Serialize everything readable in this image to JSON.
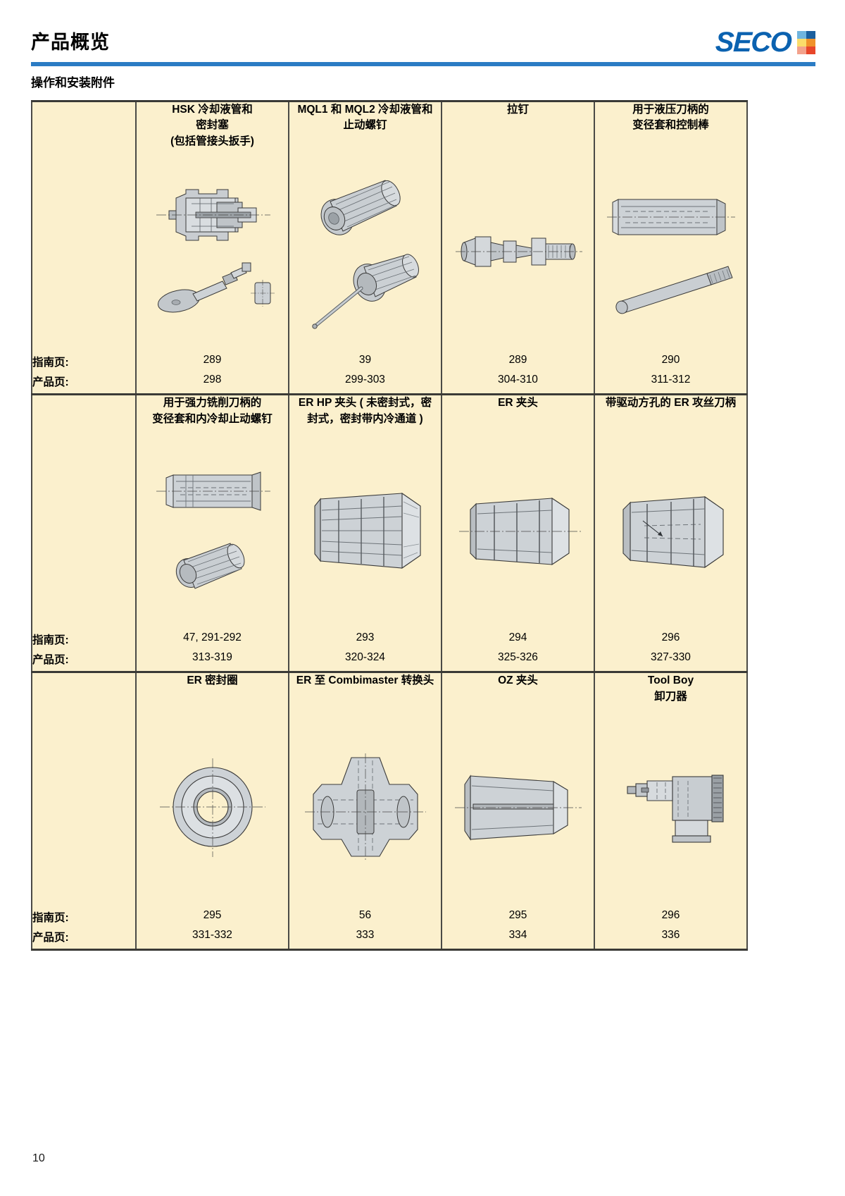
{
  "header": {
    "title": "产品概览",
    "section_title": "操作和安装附件",
    "brand": "SECO",
    "brand_block_colors": [
      "#6fb4de",
      "#1b5f9e",
      "#fbdd6a",
      "#f0922a",
      "#f3a28c",
      "#e8462a"
    ],
    "rule_color": "#2b7cc4"
  },
  "table": {
    "row_labels": {
      "guide": "指南页:",
      "product": "产品页:"
    },
    "rows": [
      {
        "items": [
          {
            "title_lines": [
              "HSK 冷却液管和",
              "密封塞",
              "(包括管接头扳手)"
            ],
            "art": "hsk-coolant-tube",
            "guide_page": "289",
            "product_page": "298"
          },
          {
            "title_lines": [
              "MQL1 和 MQL2 冷却液管和",
              "止动螺钉"
            ],
            "art": "mql-tube-screw",
            "guide_page": "39",
            "product_page": "299-303"
          },
          {
            "title_lines": [
              "拉钉"
            ],
            "art": "pull-stud",
            "guide_page": "289",
            "product_page": "304-310"
          },
          {
            "title_lines": [
              "用于液压刀柄的",
              "变径套和控制棒"
            ],
            "art": "hydraulic-sleeve-rod",
            "guide_page": "290",
            "product_page": "311-312"
          }
        ]
      },
      {
        "items": [
          {
            "title_lines": [
              "用于强力铣削刀柄的",
              "变径套和内冷却止动螺钉"
            ],
            "art": "powermill-sleeve-screw",
            "guide_page": "47, 291-292",
            "product_page": "313-319"
          },
          {
            "title_lines": [
              "ER HP 夹头 ( 未密封式，密",
              "封式，密封带内冷通道 )"
            ],
            "art": "er-hp-collet",
            "guide_page": "293",
            "product_page": "320-324"
          },
          {
            "title_lines": [
              "ER 夹头"
            ],
            "art": "er-collet",
            "guide_page": "294",
            "product_page": "325-326"
          },
          {
            "title_lines": [
              "带驱动方孔的 ER 攻丝刀柄"
            ],
            "art": "er-tap-collet",
            "guide_page": "296",
            "product_page": "327-330"
          }
        ]
      },
      {
        "items": [
          {
            "title_lines": [
              "ER 密封圈"
            ],
            "art": "er-sealing-ring",
            "guide_page": "295",
            "product_page": "331-332"
          },
          {
            "title_lines": [
              "ER 至 Combimaster 转换头"
            ],
            "art": "er-combimaster-adapter",
            "guide_page": "56",
            "product_page": "333"
          },
          {
            "title_lines": [
              "OZ 夹头"
            ],
            "art": "oz-collet",
            "guide_page": "295",
            "product_page": "334"
          },
          {
            "title_lines": [
              "Tool Boy",
              "卸刀器"
            ],
            "art": "tool-boy",
            "guide_page": "296",
            "product_page": "336"
          }
        ]
      }
    ]
  },
  "footer": {
    "page_number": "10"
  }
}
